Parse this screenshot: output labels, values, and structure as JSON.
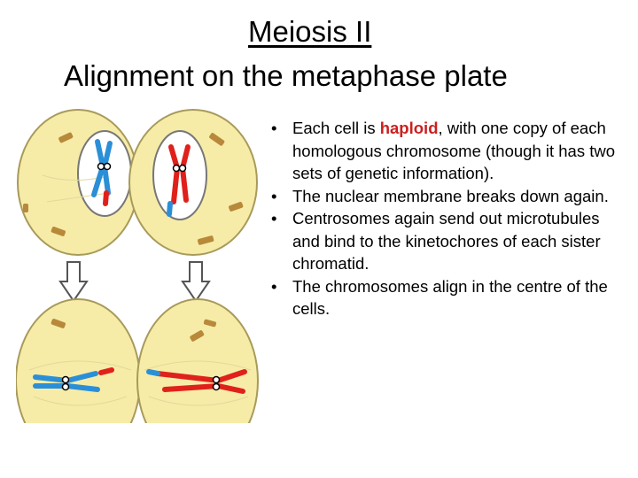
{
  "title": {
    "line1": "Meiosis II",
    "line2": "Alignment on the metaphase plate"
  },
  "bullets": [
    {
      "prefix": "Each cell is ",
      "highlight": "haploid",
      "suffix": ", with one copy of each homologous chromosome (though it has two sets of genetic information)."
    },
    {
      "prefix": "The nuclear membrane breaks down again.",
      "highlight": "",
      "suffix": ""
    },
    {
      "prefix": "Centrosomes again send out microtubules and bind to the kinetochores of each sister chromatid.",
      "highlight": "",
      "suffix": ""
    },
    {
      "prefix": "The chromosomes align in the centre of the cells.",
      "highlight": "",
      "suffix": ""
    }
  ],
  "bullet_glyph": "•",
  "colors": {
    "cell_fill": "#f6eca8",
    "cell_stroke": "#a89a5a",
    "nucleus_fill": "#ffffff",
    "chromosome_blue": "#2b8fd8",
    "chromosome_red": "#e0211b",
    "centrosome": "#b8893a",
    "highlight": "#cc1f1f"
  },
  "icons": [
    "down-arrow-icon",
    "centromere-icon",
    "centrosome-icon"
  ]
}
